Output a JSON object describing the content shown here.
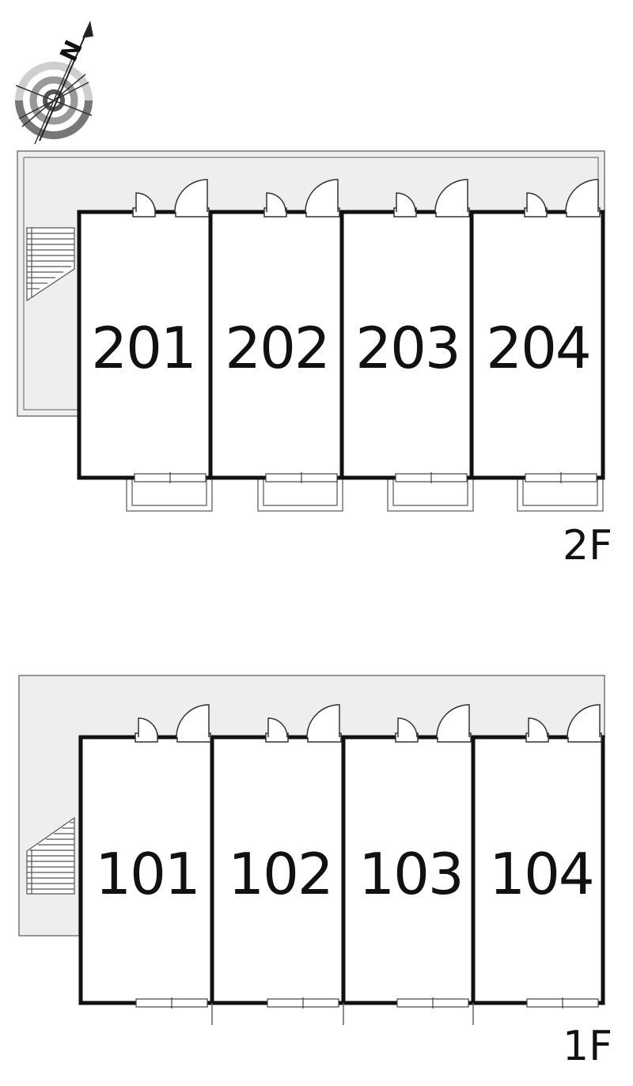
{
  "compass": {
    "north_label": "N",
    "icon": "compass-rose-icon"
  },
  "floors": [
    {
      "label": "2F",
      "units": [
        "201",
        "202",
        "203",
        "204"
      ]
    },
    {
      "label": "1F",
      "units": [
        "101",
        "102",
        "103",
        "104"
      ]
    }
  ],
  "colors": {
    "wall": "#111111",
    "corridor": "#eeeeee",
    "background": "#ffffff",
    "outline": "#777777"
  }
}
